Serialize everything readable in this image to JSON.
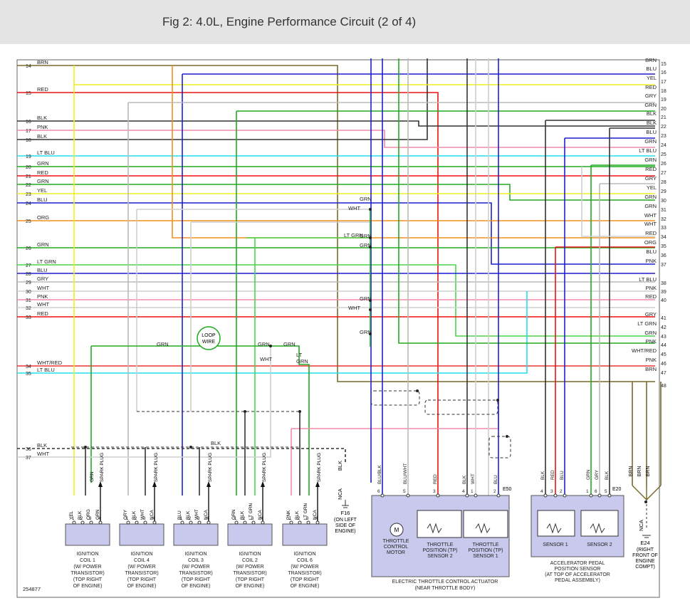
{
  "title": "Fig 2: 4.0L, Engine Performance Circuit (2 of 4)",
  "figure_number": "254877",
  "colors": {
    "BRN": "#7a6a2a",
    "RED": "#ee1111",
    "BLK": "#333333",
    "PNK": "#f08aa8",
    "LT BLU": "#22dfee",
    "GRN": "#22aa22",
    "YEL": "#eeee22",
    "BLU": "#1f1fd0",
    "ORG": "#f2901e",
    "GRY": "#bbbbbb",
    "WHT": "#cfcfcf",
    "LT GRN": "#4ad34a",
    "WHT/RED": "#ee3333",
    "component_fill": "#c9c9ee",
    "title_bar": "#e4e4e4"
  },
  "left_wires": [
    {
      "num": "14",
      "color": "BRN"
    },
    {
      "num": "15",
      "color": "RED"
    },
    {
      "num": "16",
      "color": "BLK"
    },
    {
      "num": "17",
      "color": "PNK"
    },
    {
      "num": "18",
      "color": "BLK"
    },
    {
      "num": "19",
      "color": "LT BLU"
    },
    {
      "num": "20",
      "color": "GRN"
    },
    {
      "num": "21",
      "color": "RED"
    },
    {
      "num": "22",
      "color": "GRN"
    },
    {
      "num": "23",
      "color": "YEL"
    },
    {
      "num": "24",
      "color": "BLU"
    },
    {
      "num": "25",
      "color": "ORG"
    },
    {
      "num": "26",
      "color": "GRN"
    },
    {
      "num": "27",
      "color": "LT GRN"
    },
    {
      "num": "28",
      "color": "BLU"
    },
    {
      "num": "29",
      "color": "GRY"
    },
    {
      "num": "30",
      "color": "WHT"
    },
    {
      "num": "31",
      "color": "PNK"
    },
    {
      "num": "32",
      "color": "WHT"
    },
    {
      "num": "33",
      "color": "RED"
    },
    {
      "num": "34",
      "color": "WHT/RED"
    },
    {
      "num": "35",
      "color": "LT BLU"
    },
    {
      "num": "36",
      "color": "BLK"
    },
    {
      "num": "37",
      "color": "WHT"
    }
  ],
  "right_wires": [
    {
      "num": "15",
      "color": "BRN"
    },
    {
      "num": "16",
      "color": "BLU"
    },
    {
      "num": "17",
      "color": "YEL"
    },
    {
      "num": "18",
      "color": "RED"
    },
    {
      "num": "19",
      "color": "GRY"
    },
    {
      "num": "20",
      "color": "GRN"
    },
    {
      "num": "21",
      "color": "BLK"
    },
    {
      "num": "22",
      "color": "BLK"
    },
    {
      "num": "23",
      "color": "BLU"
    },
    {
      "num": "24",
      "color": "GRN"
    },
    {
      "num": "25",
      "color": "LT BLU"
    },
    {
      "num": "26",
      "color": "GRN"
    },
    {
      "num": "27",
      "color": "RED"
    },
    {
      "num": "28",
      "color": "GRY"
    },
    {
      "num": "29",
      "color": "YEL"
    },
    {
      "num": "30",
      "color": "GRN"
    },
    {
      "num": "31",
      "color": "GRN"
    },
    {
      "num": "32",
      "color": "WHT"
    },
    {
      "num": "33",
      "color": "WHT"
    },
    {
      "num": "34",
      "color": "RED"
    },
    {
      "num": "35",
      "color": "ORG"
    },
    {
      "num": "36",
      "color": "BLU"
    },
    {
      "num": "37",
      "color": "PNK"
    },
    {
      "num": "38",
      "color": "LT BLU"
    },
    {
      "num": "39",
      "color": "PNK"
    },
    {
      "num": "40",
      "color": "RED"
    },
    {
      "num": "41",
      "color": "GRY"
    },
    {
      "num": "42",
      "color": "LT GRN"
    },
    {
      "num": "43",
      "color": "GRN"
    },
    {
      "num": "44",
      "color": "PNK"
    },
    {
      "num": "45",
      "color": "WHT/RED"
    },
    {
      "num": "46",
      "color": "PNK"
    },
    {
      "num": "47",
      "color": "BRN"
    }
  ],
  "extra_right_numbers": [
    "48"
  ],
  "mid_labels": {
    "m1": "GRN",
    "m2": "WHT",
    "m3": "GRN",
    "m4": "LT GRN",
    "m5": "GRN",
    "m6": "GRN",
    "m7": "WHT",
    "m8": "GRN",
    "loop_grn_left": "GRN",
    "grn_a": "GRN",
    "grn_b": "GRN",
    "wht": "WHT",
    "lt": "LT",
    "ltgrn": "GRN",
    "blk36": "BLK",
    "ground_blk": "BLK",
    "ground_nca": "NCA"
  },
  "loop_wire": "LOOP WIRE",
  "ignition_coils": [
    {
      "name": "IGNITION COIL 1",
      "sub": "(W/ POWER TRANSISTOR)",
      "loc": "(TOP RIGHT OF ENGINE)",
      "pins": [
        "YEL",
        "BLK",
        "ORG",
        "GRN"
      ],
      "top": [
        "GRN",
        "SPARK PLUG"
      ]
    },
    {
      "name": "IGNITION COIL 4",
      "sub": "(W/ POWER TRANSISTOR)",
      "loc": "(TOP RIGHT OF ENGINE)",
      "pins": [
        "GRY",
        "BLK",
        "WHT",
        "NCA"
      ],
      "top": [
        "SPARK PLUG"
      ]
    },
    {
      "name": "IGNITION COIL 3",
      "sub": "(W/ POWER TRANSISTOR)",
      "loc": "(TOP RIGHT OF ENGINE)",
      "pins": [
        "BLU",
        "BLK",
        "WHT",
        "NCA"
      ],
      "top": [
        "SPARK PLUG"
      ]
    },
    {
      "name": "IGNITION COIL 2",
      "sub": "(W/ POWER TRANSISTOR)",
      "loc": "(TOP RIGHT OF ENGINE)",
      "pins": [
        "GRN",
        "BLK",
        "LT GRN",
        "NCA"
      ],
      "top": [
        "SPARK PLUG"
      ]
    },
    {
      "name": "IGNITION COIL 6",
      "sub": "(W/ POWER TRANSISTOR)",
      "loc": "(TOP RIGHT OF ENGINE)",
      "pins": [
        "PNK",
        "BLK",
        "LT GRN",
        "NCA"
      ],
      "top": [
        "SPARK PLUG"
      ]
    }
  ],
  "f16": {
    "id": "F16",
    "desc": [
      "(ON LEFT",
      "SIDE OF",
      "ENGINE)"
    ]
  },
  "throttle": {
    "connector": "E50",
    "pins": [
      {
        "n": "6",
        "wire": "BLU/BLK"
      },
      {
        "n": "5",
        "wire": "BLU/WHT"
      },
      {
        "n": "3",
        "wire": "RED"
      },
      {
        "n": "4",
        "wire": "BLK"
      },
      {
        "n": "1",
        "wire": "WHT"
      },
      {
        "n": "2",
        "wire": "BLU"
      }
    ],
    "motor": "THROTTLE CONTROL MOTOR",
    "tp2": "THROTTLE POSITION (TP) SENSOR 2",
    "tp1": "THROTTLE POSITION (TP) SENSOR 1",
    "caption": "ELECTRIC THROTTLE CONTROL ACTUATOR",
    "caption2": "(NEAR THROTTLE BODY)"
  },
  "pedal": {
    "connector": "E20",
    "pins": [
      {
        "n": "4",
        "wire": "BLK"
      },
      {
        "n": "3",
        "wire": "RED"
      },
      {
        "n": "2",
        "wire": "BLU"
      },
      {
        "n": "1",
        "wire": "GRN"
      },
      {
        "n": "6",
        "wire": "GRY"
      },
      {
        "n": "5",
        "wire": "BLK"
      }
    ],
    "s1": "SENSOR 1",
    "s2": "SENSOR 2",
    "caption": [
      "ACCELERATOR PEDAL",
      "POSITION SENSOR",
      "(AT TOP OF ACCELERATOR",
      "PEDAL ASSEMBLY)"
    ]
  },
  "e24": {
    "id": "E24",
    "desc": [
      "(RIGHT",
      "FRONT OF",
      "ENGINE",
      "COMPT)"
    ],
    "wires": [
      "BRN",
      "BRN",
      "BRN"
    ],
    "nca": "NCA"
  }
}
